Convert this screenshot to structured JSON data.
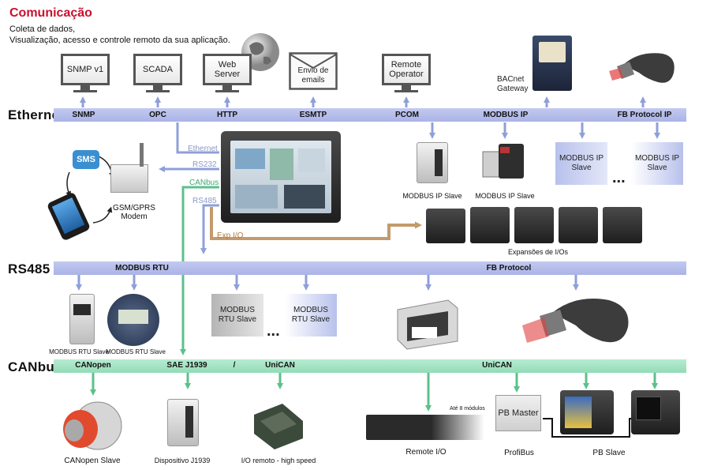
{
  "header": {
    "title": "Comunicação",
    "subtitle_line1": "Coleta de dados,",
    "subtitle_line2": "Visualização, acesso e controle remoto da sua aplicação."
  },
  "colors": {
    "ethernet_bus": "#aab3e6",
    "rs485_bus": "#aab3e6",
    "canbus_bus": "#93dbb7",
    "title_red": "#c8102e",
    "exp_io": "#c49a6c"
  },
  "ethernet": {
    "label": "Ethernet",
    "monitors": [
      "SNMP v1",
      "SCADA",
      "Web Server",
      "Envio de emails",
      "Remote Operator"
    ],
    "protocols": [
      "SNMP",
      "OPC",
      "HTTP",
      "ESMTP",
      "PCOM",
      "MODBUS IP",
      "FB Protocol IP"
    ],
    "bacnet": "BACnet Gateway",
    "modbus_ip_slave_caption": "MODBUS IP Slave",
    "modbus_ip_slave_box": "MODBUS IP Slave",
    "ellipsis": "..."
  },
  "hmi": {
    "ifaces": [
      "Ethernet",
      "RS232",
      "CANbus",
      "RS485",
      "Exp I/O"
    ],
    "modem_caption": "GSM/GPRS Modem",
    "sms": "SMS",
    "expansions_caption": "Expansões de I/Os"
  },
  "rs485": {
    "label": "RS485",
    "modbus_rtu": "MODBUS RTU",
    "fb_protocol": "FB Protocol",
    "rtu_slave_caption": "MODBUS RTU Slave",
    "rtu_slave_box": "MODBUS RTU Slave",
    "ellipsis": "..."
  },
  "canbus": {
    "label": "CANbus",
    "protocols": [
      "CANopen",
      "SAE J1939",
      "/",
      "UniCAN",
      "UniCAN"
    ],
    "canopen_caption": "CANopen Slave",
    "j1939_caption": "Dispositivo J1939",
    "io_caption": "I/O remoto - high speed",
    "remote_io_caption": "Remote I/O",
    "ate8": "Até 8 módulos",
    "pb_master": "PB Master",
    "profibus": "ProfiBus",
    "pb_slave": "PB Slave"
  }
}
